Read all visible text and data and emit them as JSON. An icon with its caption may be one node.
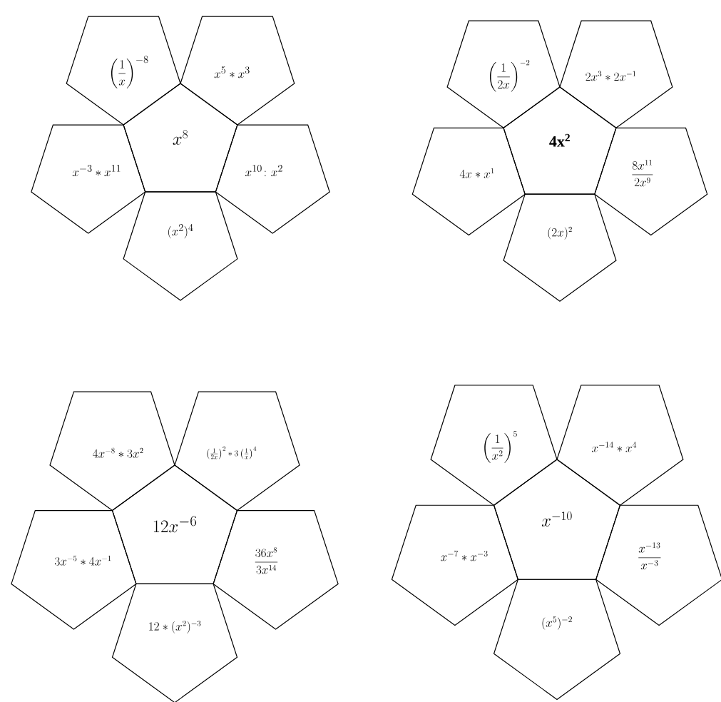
{
  "diagram": {
    "nodes": [
      {
        "text": [
          "x^{8}"
        ]
      },
      {
        "text": [
          "\\left(\\dfrac{1}{x}\\right)^{-8}"
        ]
      },
      {
        "text": [
          "x^{5}\\ast x^{3}"
        ]
      },
      {
        "text": [
          "x^{-3}\\ast x^{11}"
        ]
      },
      {
        "text": [
          "x^{10}\\colon x^{2}"
        ]
      },
      {
        "text": [
          "(x^{2})^{4}"
        ]
      },
      {
        "text": [
          "\\mathbf{4x^{2}}"
        ]
      },
      {
        "text": [
          "\\left(\\dfrac{1}{2x}\\right)^{-2}"
        ]
      },
      {
        "text": [
          "2x^{3}\\ast 2x^{-1}"
        ]
      },
      {
        "text": [
          "4x\\ast x^{1}"
        ]
      },
      {
        "text": [
          "\\dfrac{8x^{11}}{2x^{9}}"
        ]
      },
      {
        "text": [
          "(2x)^{2}"
        ]
      },
      {
        "text": [
          "12x^{-6}"
        ]
      },
      {
        "text": [
          "4x^{-8}\\ast 3x^{2}"
        ]
      },
      {
        "text": [
          "\\left(\\tfrac{1}{2x}\\right)^{2}\\ast 3\\left(\\tfrac{1}{x}\\right)^{4}"
        ]
      },
      {
        "text": [
          "3x^{-5}\\ast 4x^{-1}"
        ]
      },
      {
        "text": [
          "\\dfrac{36x^{8}}{3x^{14}}"
        ]
      },
      {
        "text": [
          "12\\ast (x^{2})^{-3}"
        ]
      },
      {
        "text": [
          "x^{-10}"
        ]
      },
      {
        "text": [
          "\\left(\\dfrac{1}{x^{2}}\\right)^{5}"
        ]
      },
      {
        "text": [
          "x^{-14}\\ast x^{4}"
        ]
      },
      {
        "text": [
          "x^{-7}\\ast x^{-3}"
        ]
      },
      {
        "text": [
          "\\dfrac{x^{-13}}{x^{-3}}"
        ]
      },
      {
        "text": [
          "(x^{5})^{-2}"
        ]
      }
    ]
  }
}
